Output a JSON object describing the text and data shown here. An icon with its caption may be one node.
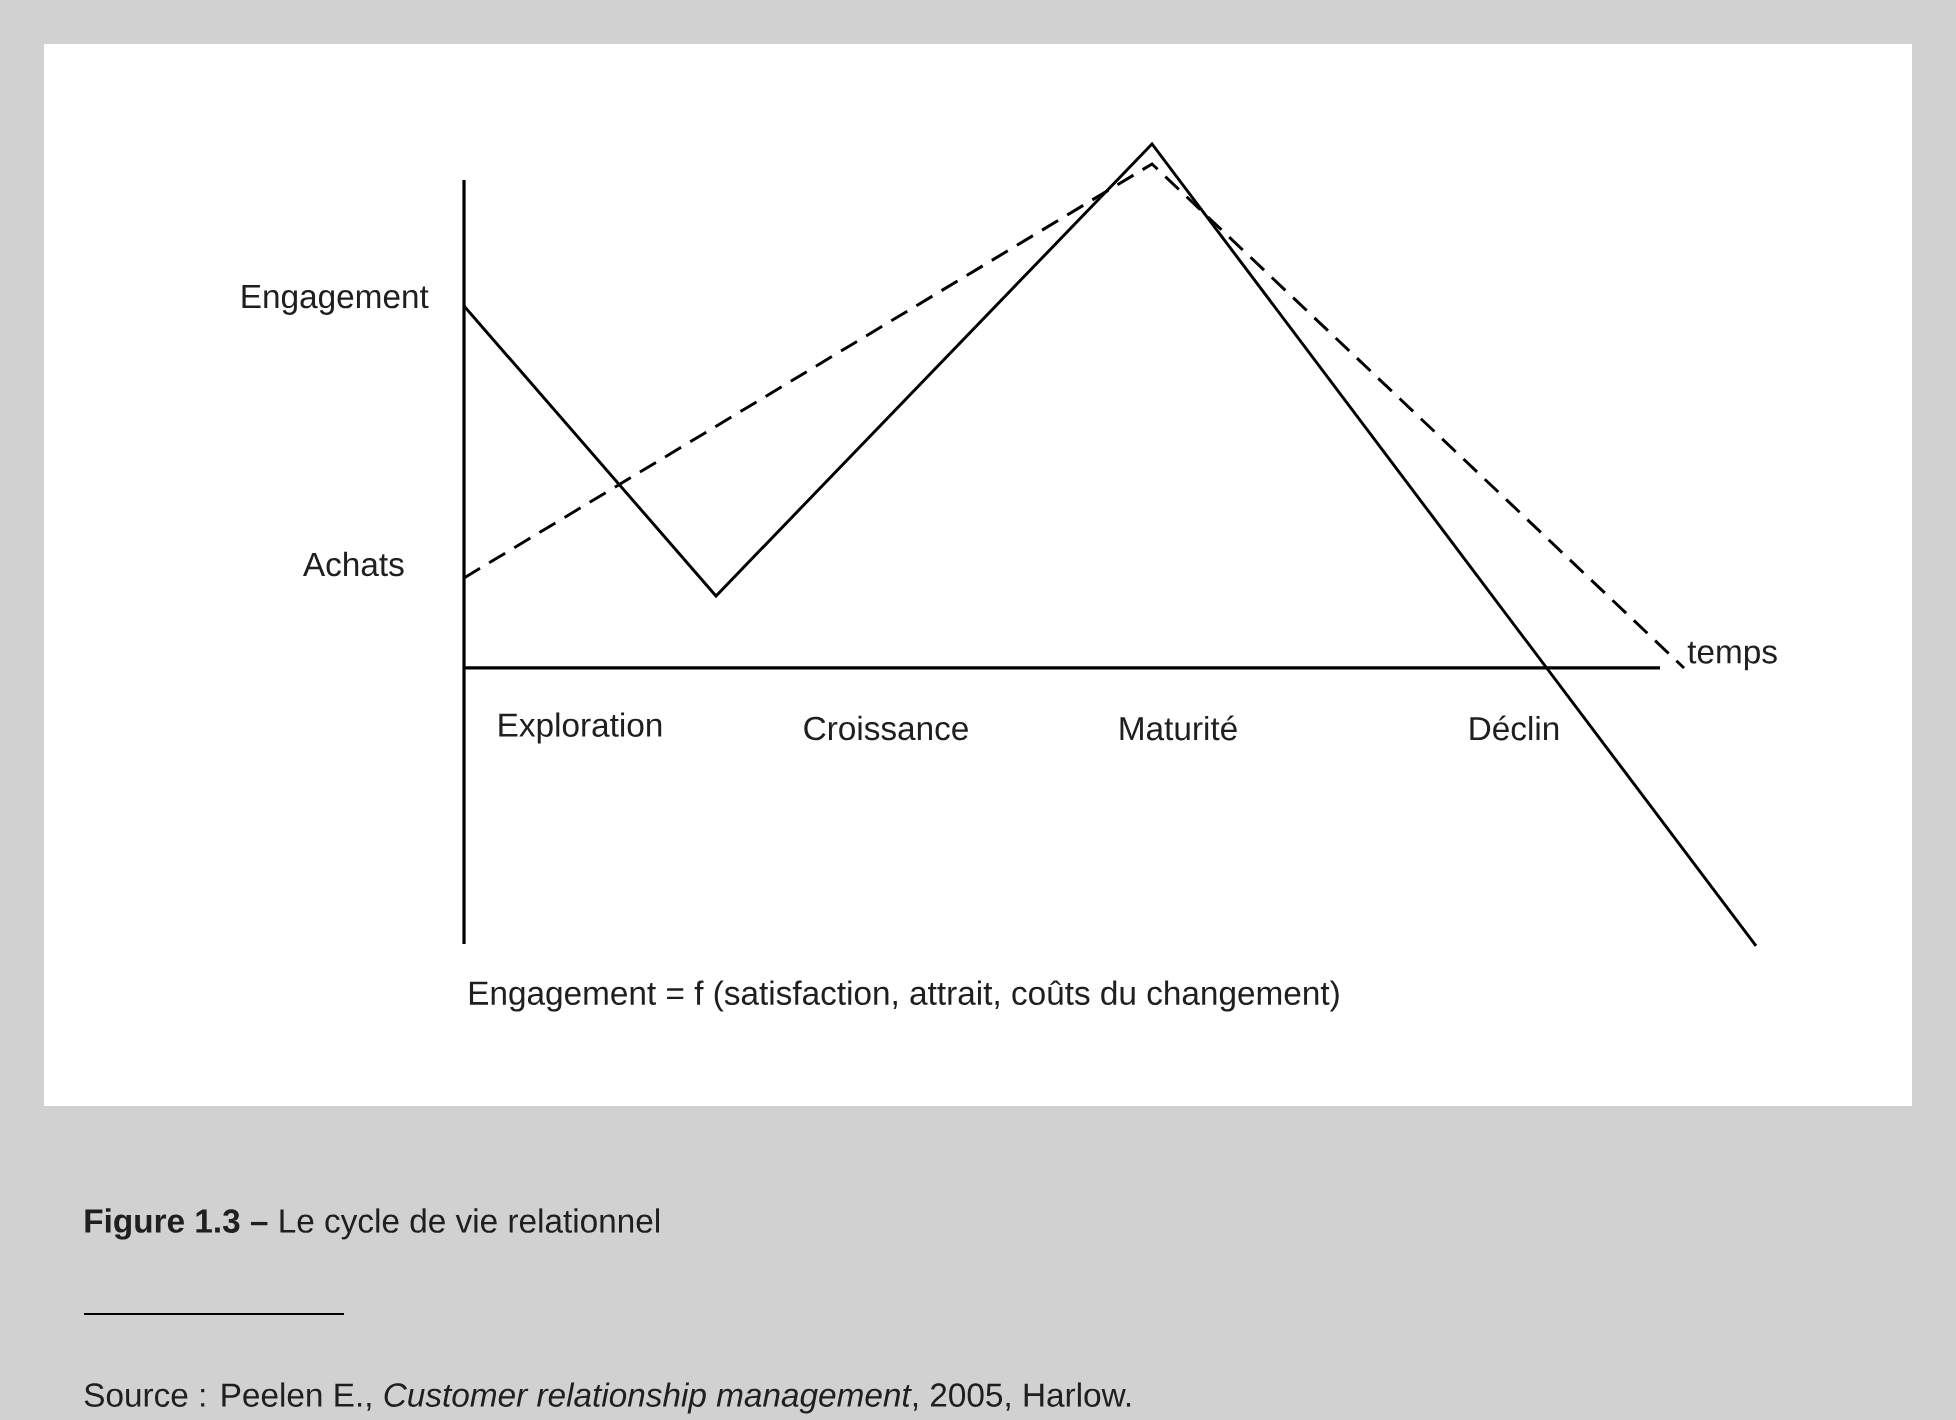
{
  "diagram": {
    "caption": "**Figure 1.3 –** Le cycle de vie relationnel",
    "labels": [
      "Engagement",
      "Achats",
      "temps",
      "Exploration",
      "Croissance",
      "Maturité",
      "Déclin",
      "Engagement = f (satisfaction, attrait, coûts du changement)",
      "Source : Peelen E., *Customer relationship management*, 2005, Harlow."
    ]
  }
}
